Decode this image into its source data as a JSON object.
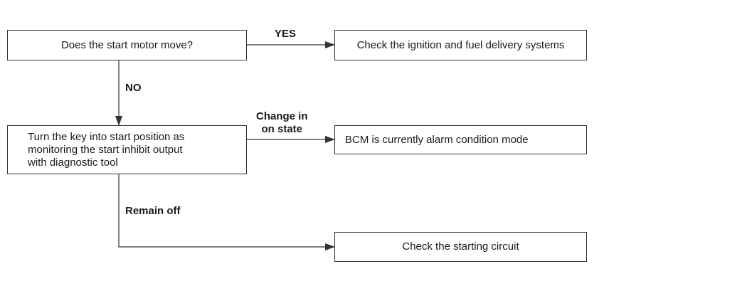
{
  "boxes": {
    "question": "Does the start motor move?",
    "check_ignition": "Check the ignition and fuel delivery systems",
    "turn_key": "Turn the key into start position as\nmonitoring the start inhibit output\nwith diagnostic tool",
    "bcm_alarm": "BCM is currently alarm condition mode",
    "check_starting": "Check the starting circuit"
  },
  "labels": {
    "yes": "YES",
    "no": "NO",
    "change_on": "Change in\non state",
    "remain_off": "Remain off"
  },
  "colors": {
    "line": "#333333",
    "text": "#1a1a1a",
    "background": "#ffffff"
  }
}
